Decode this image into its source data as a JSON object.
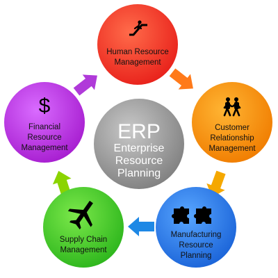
{
  "center": {
    "title": "ERP",
    "lines": [
      "Enterprise",
      "Resource",
      "Planning"
    ]
  },
  "nodes": [
    {
      "id": "hrm",
      "lines": [
        "Human Resource",
        "Management"
      ],
      "icon": "escalator-icon",
      "color": "#e8201a",
      "color_light": "#ff6b4a"
    },
    {
      "id": "crm",
      "lines": [
        "Customer",
        "Relationship",
        "Management"
      ],
      "icon": "people-walking-icon",
      "color": "#f07c00",
      "color_light": "#ffb533"
    },
    {
      "id": "mrp",
      "lines": [
        "Manufacturing",
        "Resource",
        "Planning"
      ],
      "icon": "puzzle-pieces-icon",
      "color": "#1a63d8",
      "color_light": "#58a6ff"
    },
    {
      "id": "scm",
      "lines": [
        "Supply Chain",
        "Management"
      ],
      "icon": "airplane-icon",
      "color": "#2cb51c",
      "color_light": "#7be84a"
    },
    {
      "id": "frm",
      "lines": [
        "Financial",
        "Resource",
        "Management"
      ],
      "icon": "dollar-sign-icon",
      "icon_text": "$",
      "color": "#a61ccf",
      "color_light": "#d96bff"
    }
  ],
  "center_color": "#7f7f7f",
  "center_color_light": "#c8c8c8",
  "arrow_colors": {
    "hrm_to_crm": "#ff7a1a",
    "crm_to_mrp": "#f5a800",
    "mrp_to_scm": "#1e88e5",
    "scm_to_frm": "#8bd400",
    "frm_to_hrm": "#b03ad9"
  }
}
